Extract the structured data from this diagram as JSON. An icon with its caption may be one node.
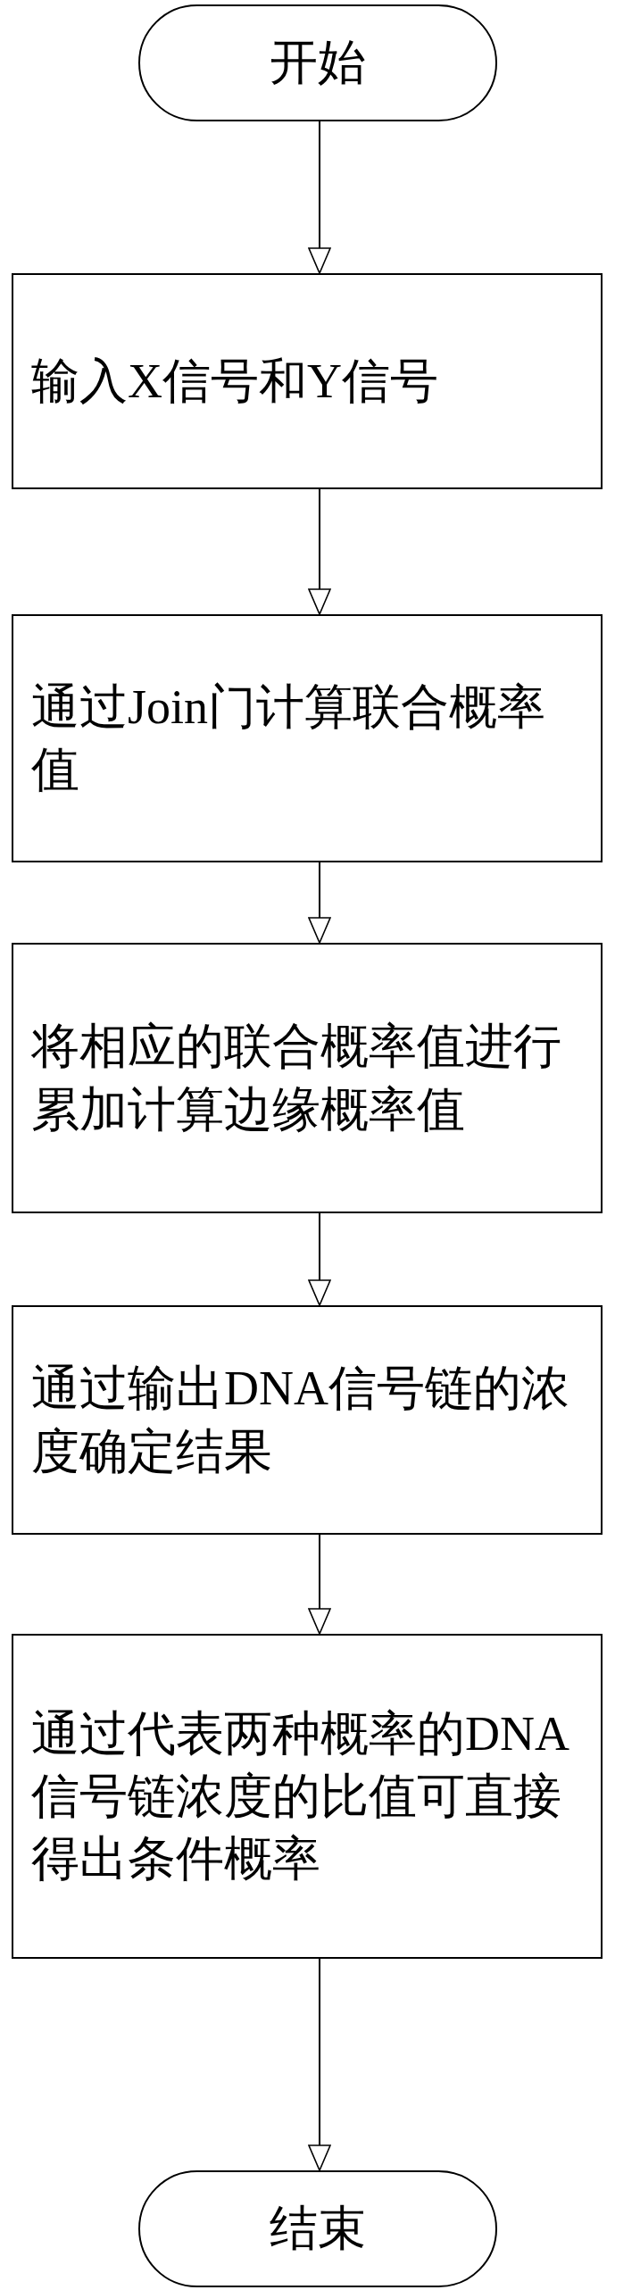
{
  "diagram": {
    "nodes": [
      {
        "text": [
          "开始"
        ]
      },
      {
        "text": [
          "输入X信号和Y信号"
        ]
      },
      {
        "text": [
          "通过Join门计算联合概率值"
        ]
      },
      {
        "text": [
          "将相应的联合概率值进行累加计算边缘概率值"
        ]
      },
      {
        "text": [
          "通过输出DNA信号链的浓度确定结果"
        ]
      },
      {
        "text": [
          "通过代表两种概率的DNA信号链浓度的比值可直接得出条件概率"
        ]
      },
      {
        "text": [
          "结束"
        ]
      }
    ],
    "edges": [
      {
        "from": 0,
        "to": 1,
        "arrow": "to"
      },
      {
        "from": 1,
        "to": 2,
        "arrow": "to"
      },
      {
        "from": 2,
        "to": 3,
        "arrow": "to"
      },
      {
        "from": 3,
        "to": 4,
        "arrow": "to"
      },
      {
        "from": 4,
        "to": 5,
        "arrow": "to"
      },
      {
        "from": 5,
        "to": 6,
        "arrow": "to"
      }
    ]
  }
}
